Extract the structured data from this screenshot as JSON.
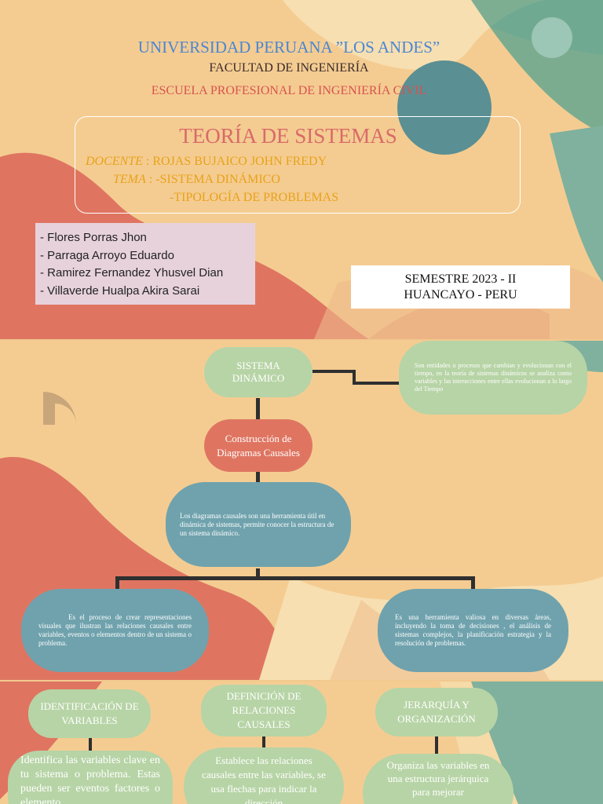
{
  "cover": {
    "university": "UNIVERSIDAD PERUANA ”LOS ANDES”",
    "faculty": "FACULTAD DE INGENIERÍA",
    "school": "ESCUELA PROFESIONAL DE INGENIERÍA CIVIL",
    "course": "TEORÍA DE SISTEMAS",
    "docente_label": "DOCENTE",
    "docente_value": ": ROJAS BUJAICO JOHN FREDY",
    "tema_label": "TEMA",
    "tema_value_1": ": -SISTEMA DINÁMICO",
    "tema_value_2": "-TIPOLOGÍA DE PROBLEMAS",
    "students": [
      "- Flores Porras Jhon",
      "- Parraga Arroyo Eduardo",
      "- Ramirez Fernandez Yhusvel Dian",
      "- Villaverde Hualpa Akira Sarai"
    ],
    "semester": "SEMESTRE 2023 - II",
    "city": "HUANCAYO - PERU"
  },
  "diagram": {
    "root": "SISTEMA DINÁMICO",
    "root_desc": "Son entidades o procesos que cambian y evolucionan con el tiempo, en la teoría de sistemas dinámicos se analiza como variables y las interacciones entre ellas evolucionan a lo largo del Tiempo",
    "construction": "Construcción de Diagramas Causales",
    "causal_desc": "Los diagramas causales son una herramienta útil en dinámica de sistemas, permite conocer la estructura de un sistema dinámico.",
    "left_desc": "Es el proceso de crear representaciones visuales que ilustran las relaciones causales entre variables, eventos o elementos dentro de un sistema o problema.",
    "right_desc": "Es una herramienta valiosa en diversas áreas, incluyendo la toma de decisiones , el análisis de sistemas complejos, la planificación estrategia y la resolución de problemas."
  },
  "steps": [
    {
      "title": "IDENTIFICACIÓN DE VARIABLES",
      "desc": "Identifica las variables clave en tu sistema o problema. Estas pueden ser eventos factores o elemento"
    },
    {
      "title": "DEFINICIÓN DE RELACIONES CAUSALES",
      "desc": "Establece las relaciones causales entre las variables, se usa flechas para indicar la dirección"
    },
    {
      "title": "JERARQUÍA Y ORGANIZACIÓN",
      "desc": "Organiza las variables en una estructura jerárquica para mejorar"
    }
  ],
  "colors": {
    "background": "#f4cc91",
    "teal": "#6fa2ad",
    "green": "#b7d4a6",
    "coral": "#df7561",
    "university_blue": "#4a86d4",
    "school_red": "#d9534f",
    "docente_orange": "#e8a21a"
  }
}
